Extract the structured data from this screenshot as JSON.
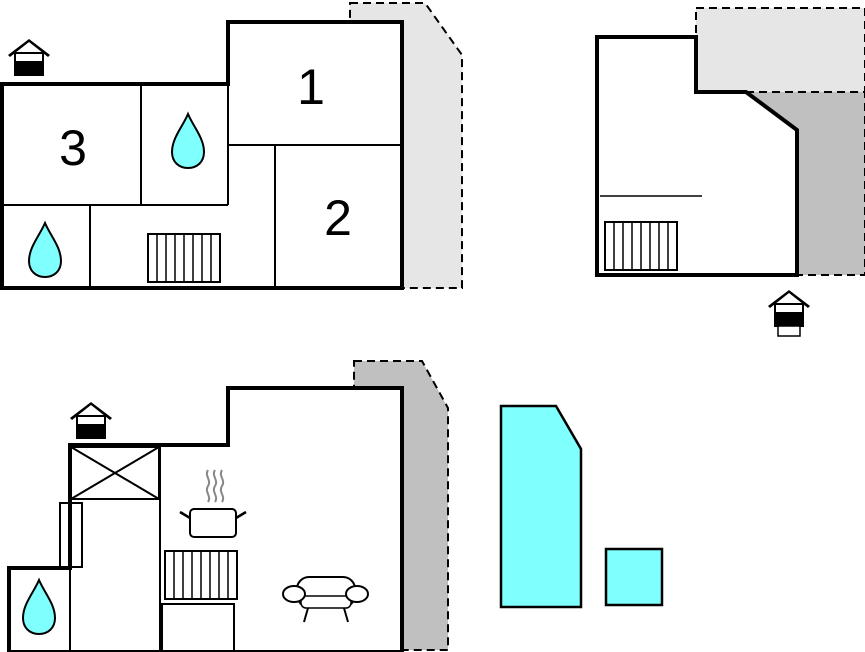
{
  "rooms": [
    {
      "number": "1"
    },
    {
      "number": "2"
    },
    {
      "number": "3"
    }
  ],
  "symbols": {
    "entrance": "house-entrance-icon",
    "bathroom": "water-drop-icon",
    "radiator": "radiator-icon",
    "kitchen": "cooking-pot-icon",
    "living": "sofa-icon",
    "stairs": "stairwell-icon"
  },
  "colors": {
    "water": "#80ffff",
    "terrace_light": "#e6e6e6",
    "terrace_dark": "#c0c0c0",
    "wall": "#000000"
  }
}
